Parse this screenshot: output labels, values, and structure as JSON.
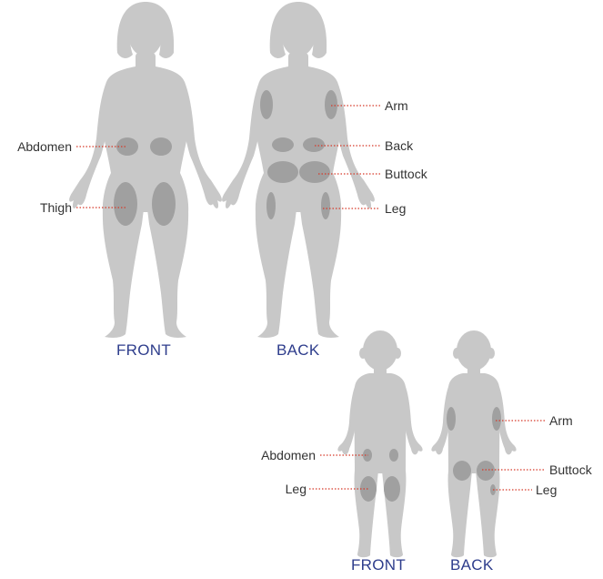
{
  "colors": {
    "body": "#c8c8c8",
    "site": "#a0a0a0",
    "leader": "#d63a2a",
    "label_text": "#333333",
    "caption_text": "#2e3d8c"
  },
  "adult": {
    "front": {
      "caption": "FRONT",
      "labels": {
        "abdomen": "Abdomen",
        "thigh": "Thigh"
      }
    },
    "back": {
      "caption": "BACK",
      "labels": {
        "arm": "Arm",
        "back": "Back",
        "buttock": "Buttock",
        "leg": "Leg"
      }
    }
  },
  "child": {
    "front": {
      "caption": "FRONT",
      "labels": {
        "abdomen": "Abdomen",
        "leg": "Leg"
      }
    },
    "back": {
      "caption": "BACK",
      "labels": {
        "arm": "Arm",
        "buttock": "Buttock",
        "leg": "Leg"
      }
    }
  }
}
